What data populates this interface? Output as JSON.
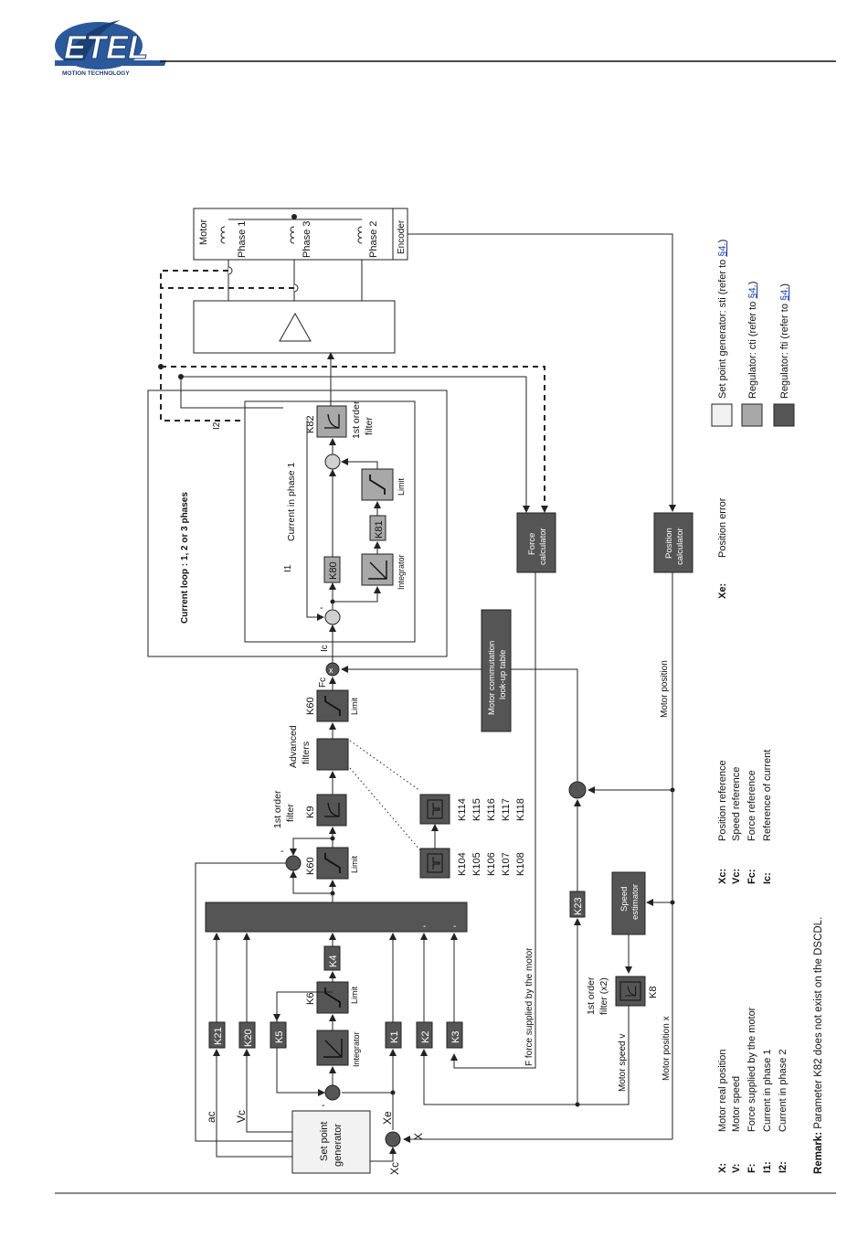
{
  "header": {
    "logo_text": "ETEL",
    "logo_tagline": "MOTION TECHNOLOGY"
  },
  "blocks": {
    "motor": "Motor",
    "phase1": "Phase 1",
    "phase2": "Phase 2",
    "phase3": "Phase 3",
    "encoder": "Encoder",
    "current_loop_title": "Current loop : 1, 2 or 3 phases",
    "current_in_phase1": "Current in phase 1",
    "integrator": "Integrator",
    "limit": "Limit",
    "first_order_filter_line1": "1st order",
    "first_order_filter_line2": "filter",
    "first_order_filter_x2_line1": "1st order",
    "first_order_filter_x2_line2": "filter (x2)",
    "advanced_filters_line1": "Advanced",
    "advanced_filters_line2": "filters",
    "force_calc_line1": "Force",
    "force_calc_line2": "calculator",
    "position_calc_line1": "Position",
    "position_calc_line2": "calculator",
    "commutation_line1": "Motor commutation",
    "commutation_line2": "look-up table",
    "speed_est_line1": "Speed",
    "speed_est_line2": "estimator",
    "setpoint_line1": "Set point",
    "setpoint_line2": "generator"
  },
  "params": {
    "k82": "K82",
    "k81": "K81",
    "k80": "K80",
    "k60a": "K60",
    "k60b": "K60",
    "k9": "K9",
    "k6": "K6",
    "k4": "K4",
    "k5": "K5",
    "k20": "K20",
    "k21": "K21",
    "k1": "K1",
    "k2": "K2",
    "k3": "K3",
    "k23": "K23",
    "k8": "K8",
    "adv_col1": [
      "K104",
      "K105",
      "K106",
      "K107",
      "K108"
    ],
    "adv_col2": [
      "K114",
      "K115",
      "K116",
      "K117",
      "K118"
    ]
  },
  "signals": {
    "i1": "I1",
    "i2": "I2",
    "ic": "Ic",
    "fc": "Fc",
    "ac": "ac",
    "vc": "Vc",
    "xe": "Xe",
    "xc": "Xc",
    "x": "X",
    "motor_position": "Motor position",
    "motor_position_x": "Motor position x",
    "motor_speed_v": "Motor speed v",
    "f_force": "F force supplied by the motor"
  },
  "legend": [
    {
      "sym": "X:",
      "desc": "Motor real position"
    },
    {
      "sym": "V:",
      "desc": "Motor speed"
    },
    {
      "sym": "F:",
      "desc": "Force supplied by the motor"
    },
    {
      "sym": "I1:",
      "desc": "Current in phase 1"
    },
    {
      "sym": "I2:",
      "desc": "Current in phase 2"
    },
    {
      "sym": "Xc:",
      "desc": "Position reference"
    },
    {
      "sym": "Vc:",
      "desc": "Speed reference"
    },
    {
      "sym": "Fc:",
      "desc": "Force reference"
    },
    {
      "sym": "Ic:",
      "desc": "Reference of current"
    },
    {
      "sym": "Xe:",
      "desc": "Position error"
    }
  ],
  "key": [
    {
      "text": "Set point generator: sti (refer to ",
      "link": "§4.",
      "tail": ")",
      "color": "#f2f2f2"
    },
    {
      "text": "Regulator: cti (refer to ",
      "link": "§4.",
      "tail": ")",
      "color": "#a8a8a8"
    },
    {
      "text": "Regulator: fti (refer to ",
      "link": "§4.",
      "tail": ")",
      "color": "#555555"
    }
  ],
  "remark": {
    "bold": "Remark:",
    "text": " Parameter K82 does not exist on the DSCDL."
  },
  "colors": {
    "dark": "#555555",
    "light": "#a8a8a8",
    "pale": "#f2f2f2",
    "link": "#1f3fa8",
    "logo": "#2a5a9c"
  }
}
